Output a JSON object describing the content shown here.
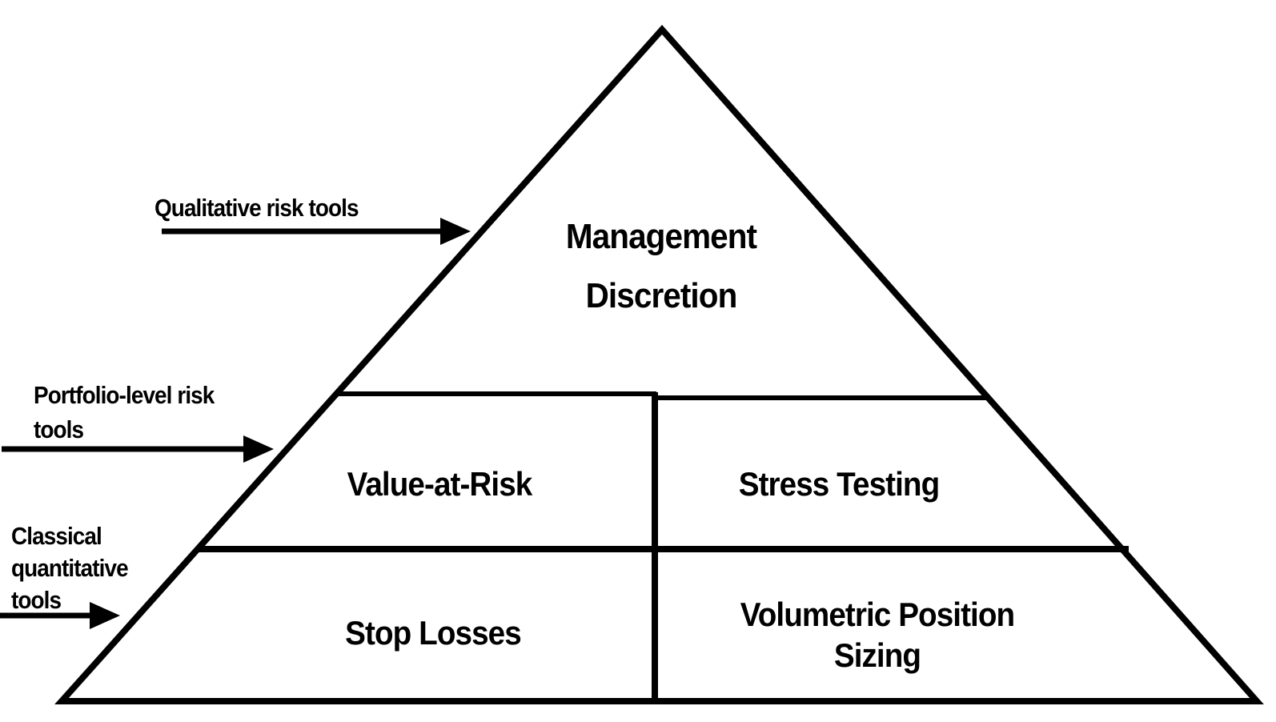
{
  "diagram_type": "risk-tools-pyramid",
  "colors": {
    "background": "#ffffff",
    "stroke": "#000000",
    "text": "#000000"
  },
  "pyramid": {
    "top": {
      "line1": "Management",
      "line2": "Discretion"
    },
    "middle_left": {
      "label": "Value-at-Risk"
    },
    "middle_right": {
      "label": "Stress Testing"
    },
    "bottom_left": {
      "label": "Stop Losses"
    },
    "bottom_right": {
      "line1": "Volumetric Position",
      "line2": "Sizing"
    }
  },
  "annotations": {
    "qualitative": {
      "line1": "Qualitative risk tools"
    },
    "portfolio": {
      "line1": "Portfolio-level risk",
      "line2": "tools"
    },
    "classical": {
      "line1": "Classical",
      "line2": "quantitative",
      "line3": "tools"
    }
  }
}
